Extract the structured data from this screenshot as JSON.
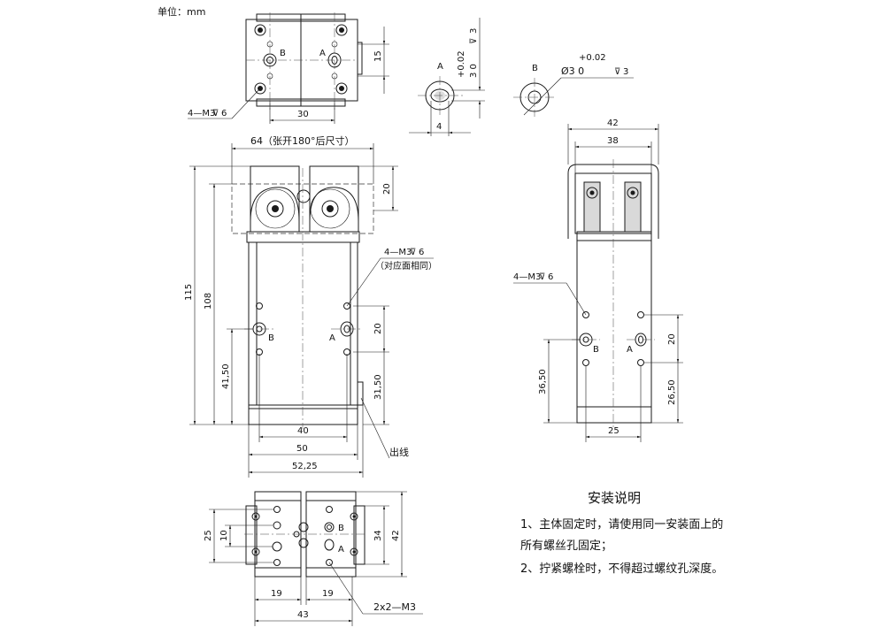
{
  "unit_label": "单位：mm",
  "views": {
    "top": {
      "thread_label": "4—M3",
      "depth_6": "6",
      "label_A": "A",
      "label_B": "B",
      "dim_15": "15",
      "dim_30": "30"
    },
    "detail_A": {
      "label": "A",
      "tol": "+0.02",
      "val": "3  0",
      "depth": "3",
      "dim_4": "4"
    },
    "detail_B": {
      "label": "B",
      "tol": "+0.02",
      "val": "Ø3  0",
      "depth": "3"
    },
    "front": {
      "open_dim": "64（张开180°后尺寸）",
      "dim_20_top": "20",
      "dim_115": "115",
      "dim_108": "108",
      "dim_41_50": "41,50",
      "dim_31_50": "31,50",
      "dim_20": "20",
      "dim_40": "40",
      "dim_50": "50",
      "dim_52_25": "52,25",
      "thread_label": "4—M3",
      "depth_6": "6",
      "same_face": "（对应面相同）",
      "label_A": "A",
      "label_B": "B",
      "cable": "出线"
    },
    "side": {
      "dim_42": "42",
      "dim_38": "38",
      "thread_label": "4—M3",
      "depth_6": "6",
      "dim_36_50": "36,50",
      "dim_26_50": "26,50",
      "dim_20": "20",
      "dim_25": "25",
      "label_A": "A",
      "label_B": "B"
    },
    "bottom": {
      "dim_25": "25",
      "dim_10": "10",
      "dim_34": "34",
      "dim_42": "42",
      "dim_19a": "19",
      "dim_19b": "19",
      "dim_43": "43",
      "thread_label": "2x2—M3",
      "label_A": "A",
      "label_B": "B"
    }
  },
  "notes": {
    "title": "安装说明",
    "line1": "1、主体固定时，请使用同一安装面上的",
    "line2": "所有螺丝孔固定；",
    "line3": "2、拧紧螺栓时，不得超过螺纹孔深度。"
  }
}
